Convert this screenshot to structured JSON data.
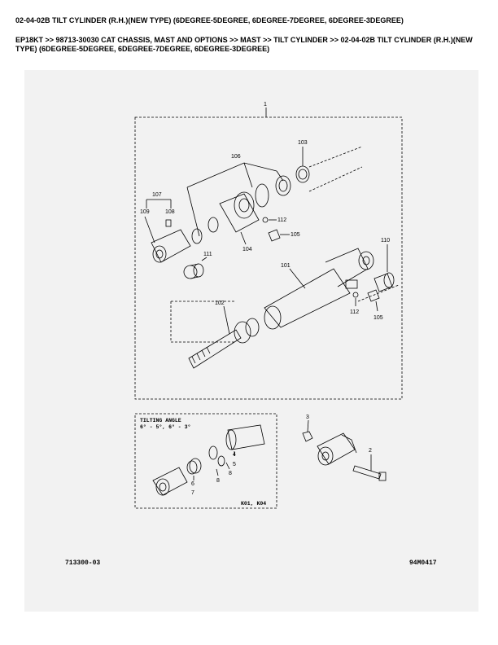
{
  "header": {
    "title": "02-04-02B TILT CYLINDER (R.H.)(NEW TYPE) (6DEGREE-5DEGREE, 6DEGREE-7DEGREE, 6DEGREE-3DEGREE)",
    "breadcrumb": "EP18KT >> 98713-30030 CAT CHASSIS, MAST AND OPTIONS >> MAST >> TILT CYLINDER >> 02-04-02B TILT CYLINDER (R.H.)(NEW TYPE) (6DEGREE-5DEGREE, 6DEGREE-7DEGREE, 6DEGREE-3DEGREE)"
  },
  "diagram": {
    "callouts": {
      "c1": "1",
      "c101": "101",
      "c102": "102",
      "c103": "103",
      "c104": "104",
      "c105a": "105",
      "c105b": "105",
      "c106": "106",
      "c107": "107",
      "c108": "108",
      "c109": "109",
      "c110": "110",
      "c111": "111",
      "c112a": "112",
      "c112b": "112",
      "c2": "2",
      "c3": "3",
      "c4": "4",
      "c5": "5",
      "c6": "6",
      "c7": "7",
      "c8a": "8",
      "c8b": "8"
    },
    "inset": {
      "title": "TILTING ANGLE",
      "angles": "6° - 5°, 6° - 3°",
      "models": "K01, K04"
    },
    "drawing_no": "713300-03",
    "ref_no": "94M0417"
  }
}
